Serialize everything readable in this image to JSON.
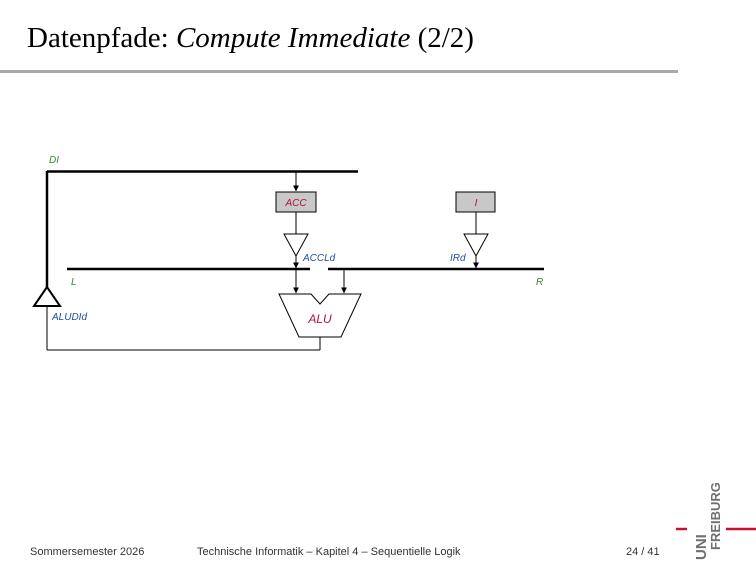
{
  "title": {
    "prefix": "Datenpfade: ",
    "emphasis": "Compute Immediate",
    "suffix": " (2/2)"
  },
  "diagram": {
    "labels": {
      "di_bus": "DI",
      "l_bus": "L",
      "r_bus": "R",
      "alu_driver": "ALUDId",
      "acc_driver": "ACCLd",
      "ir_driver": "IRd"
    },
    "blocks": {
      "acc": "ACC",
      "i": "I",
      "alu": "ALU"
    },
    "colors": {
      "bus_label": "#2b8a2b",
      "driver_label": "#1a4fa0",
      "register_label": "#b0103a",
      "register_fill": "#c8c8c8"
    }
  },
  "footer": {
    "semester": "Sommersemester 2026",
    "course": "Technische Informatik –  Kapitel 4 – Sequentielle Logik",
    "page": "24 / 41"
  },
  "logo": {
    "top_text": "UNI",
    "side_text": "FREIBURG",
    "accent_color": "#c8102e"
  }
}
